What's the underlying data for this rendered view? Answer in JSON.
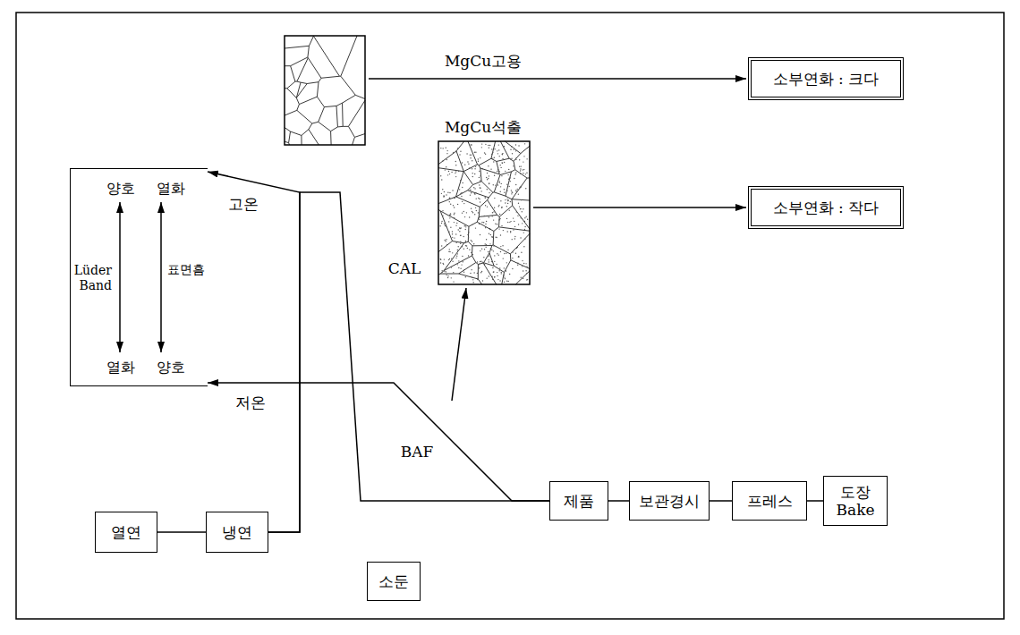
{
  "diagram": {
    "nodes": [
      {
        "text": [
          "양호",
          "열화",
          "Lüder Band",
          "표면흠",
          "열화",
          "양호"
        ]
      },
      {
        "text": [
          "소부연화 : 크다"
        ]
      },
      {
        "text": [
          "소부연화 : 작다"
        ]
      },
      {
        "text": [
          "열연"
        ]
      },
      {
        "text": [
          "냉연"
        ]
      },
      {
        "text": [
          "제품"
        ]
      },
      {
        "text": [
          "보관경시"
        ]
      },
      {
        "text": [
          "프레스"
        ]
      },
      {
        "text": [
          "도장 Bake"
        ]
      },
      {
        "text": [
          "소둔"
        ]
      }
    ],
    "edges": [
      {
        "from": 3,
        "to": 4,
        "arrow": "none"
      },
      {
        "from": 4,
        "to": 5,
        "label": "CAL",
        "arrow": "none"
      },
      {
        "from": 4,
        "to": 0,
        "label": "고온",
        "arrow": "to"
      },
      {
        "from": 5,
        "to": 0,
        "label": "저온",
        "arrow": "to"
      },
      {
        "from": 5,
        "to": 6,
        "arrow": "none"
      },
      {
        "from": 6,
        "to": 7,
        "arrow": "none"
      },
      {
        "from": 7,
        "to": 8,
        "arrow": "none"
      }
    ],
    "labels": [
      "MgCu고용",
      "MgCu석출",
      "BAF"
    ]
  }
}
